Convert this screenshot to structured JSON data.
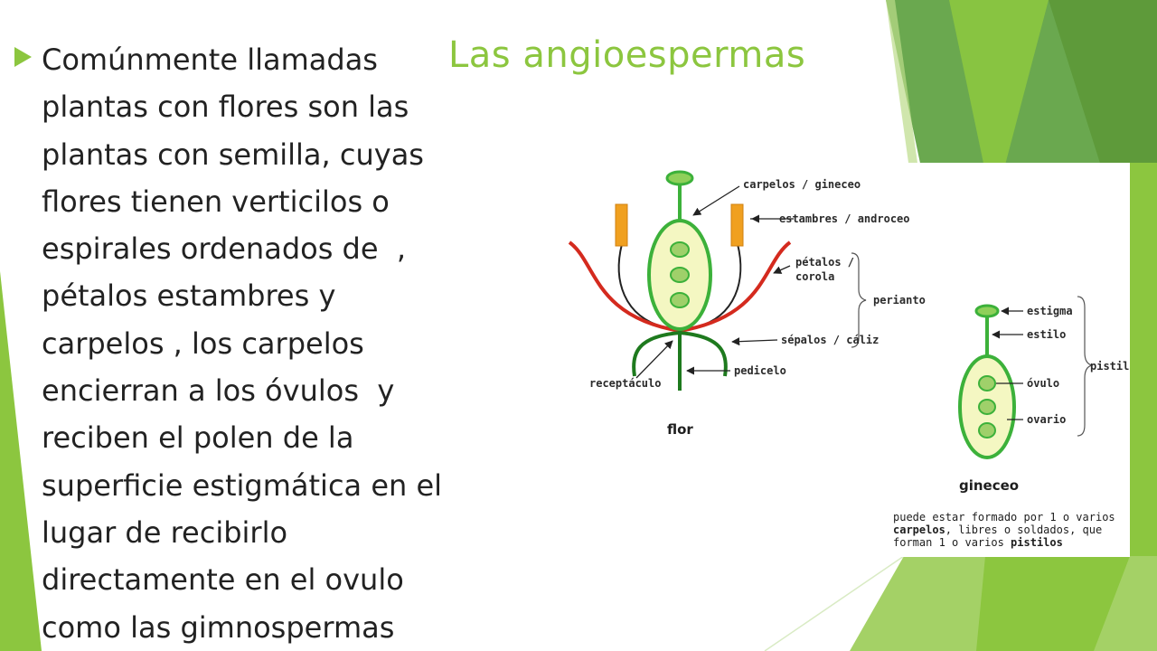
{
  "slide": {
    "title": "Las angioespermas",
    "bullet_lines": [
      "Comúnmente llamadas",
      "plantas con flores son las",
      "plantas con semilla, cuyas",
      "flores tienen verticilos o",
      "espirales ordenados de  ,",
      "pétalos estambres y",
      "carpelos , los carpelos",
      "encierran a los óvulos  y",
      "reciben el polen de la",
      "superficie estigmática en el",
      "lugar de recibirlo",
      "directamente en el ovulo",
      "como las gimnospermas"
    ]
  },
  "figure": {
    "flower_labels": {
      "carpelos": "carpelos / gineceo",
      "estambres": "estambres / androceo",
      "petalos_1": "pétalos /",
      "petalos_2": "corola",
      "perianto": "perianto",
      "sepalos": "sépalos / cáliz",
      "pedicelo": "pedicelo",
      "receptaculo": "receptáculo",
      "flor": "flor"
    },
    "pistil_labels": {
      "estigma": "estigma",
      "estilo": "estilo",
      "ovulo": "óvulo",
      "ovario": "ovario",
      "pistilo": "pistilo",
      "gineceo": "gineceo"
    },
    "caption": {
      "line1": "puede estar formado por 1 o varios",
      "carpelos_word": "carpelos",
      "line2_rest": ", libres o soldados, que",
      "line3_start": "forman 1 o varios ",
      "pistilos_word": "pistilos"
    }
  },
  "colors": {
    "accent_green": "#8cc63f",
    "dark_green": "#5e9a3a",
    "petal_red": "#d42a1e",
    "stamen_orange": "#f0a020",
    "ovary_fill": "#f4f7c2",
    "ovule_fill": "#9fd06a",
    "flower_green": "#3cb13a",
    "stem_green": "#1e7a1e"
  }
}
